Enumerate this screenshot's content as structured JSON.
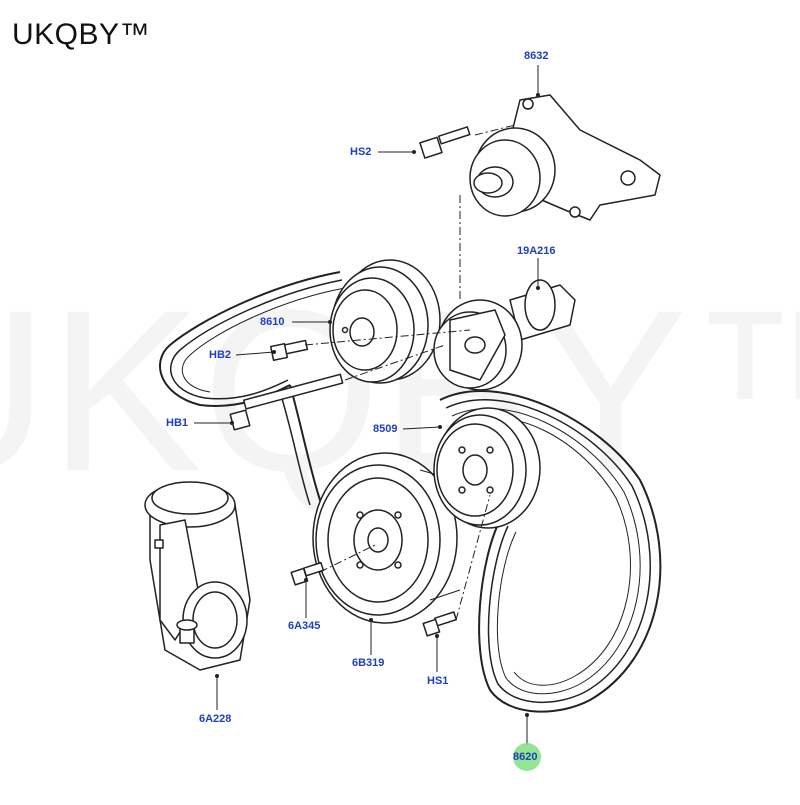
{
  "brand": {
    "name": "UKQBY™",
    "watermark": "UKQBY™"
  },
  "colors": {
    "callout": "#1f3fbf",
    "highlight": "#7fe07f",
    "line": "#222222"
  },
  "callouts": {
    "c8632": "8632",
    "c19A216": "19A216",
    "hs2": "HS2",
    "c8610": "8610",
    "hb2": "HB2",
    "hb1": "HB1",
    "c8509": "8509",
    "c6A345": "6A345",
    "c6B319": "6B319",
    "hs1": "HS1",
    "c6A228": "6A228",
    "c8620": "8620"
  }
}
